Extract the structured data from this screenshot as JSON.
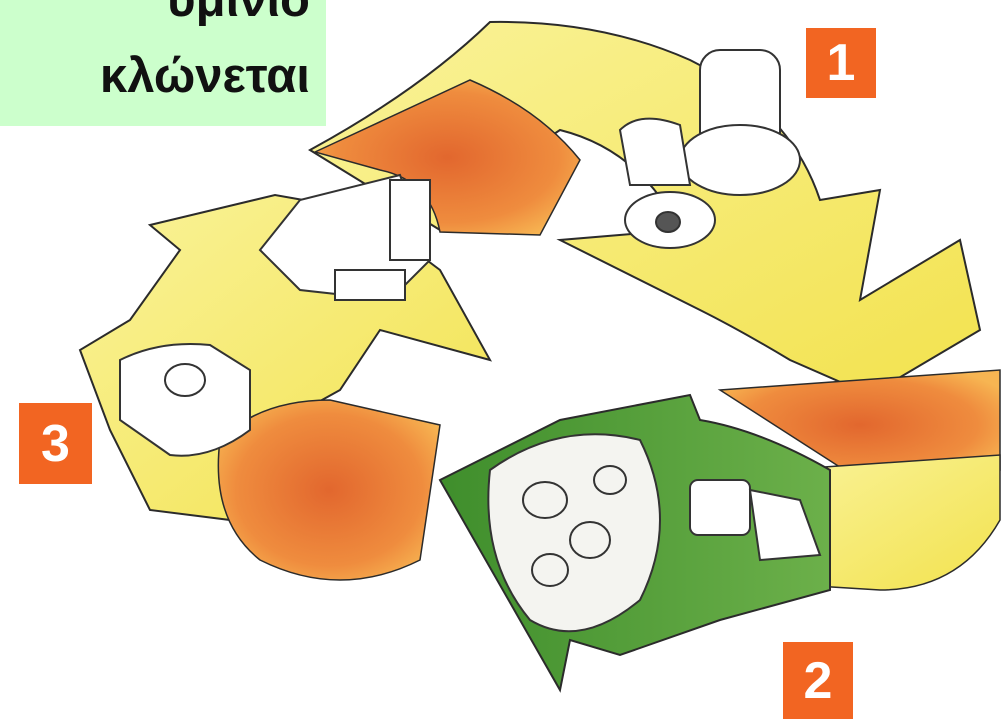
{
  "title": {
    "line1": "υμίνιο",
    "line2": "κλώνεται"
  },
  "steps": [
    {
      "label": "1"
    },
    {
      "label": "2"
    },
    {
      "label": "3"
    }
  ],
  "colors": {
    "title_bg": "#ccffcc",
    "step_badge": "#f26522",
    "arrow_yellow": "#f7ef6a",
    "arrow_orange": "#ee8a3c",
    "arrow_green": "#4e9a35",
    "outline": "#2b2b2b"
  },
  "icons": [
    "aluminium-can-icon",
    "can-press-machine-icon",
    "crushed-cans-icon",
    "factory-icon",
    "hand-with-can-icon"
  ]
}
